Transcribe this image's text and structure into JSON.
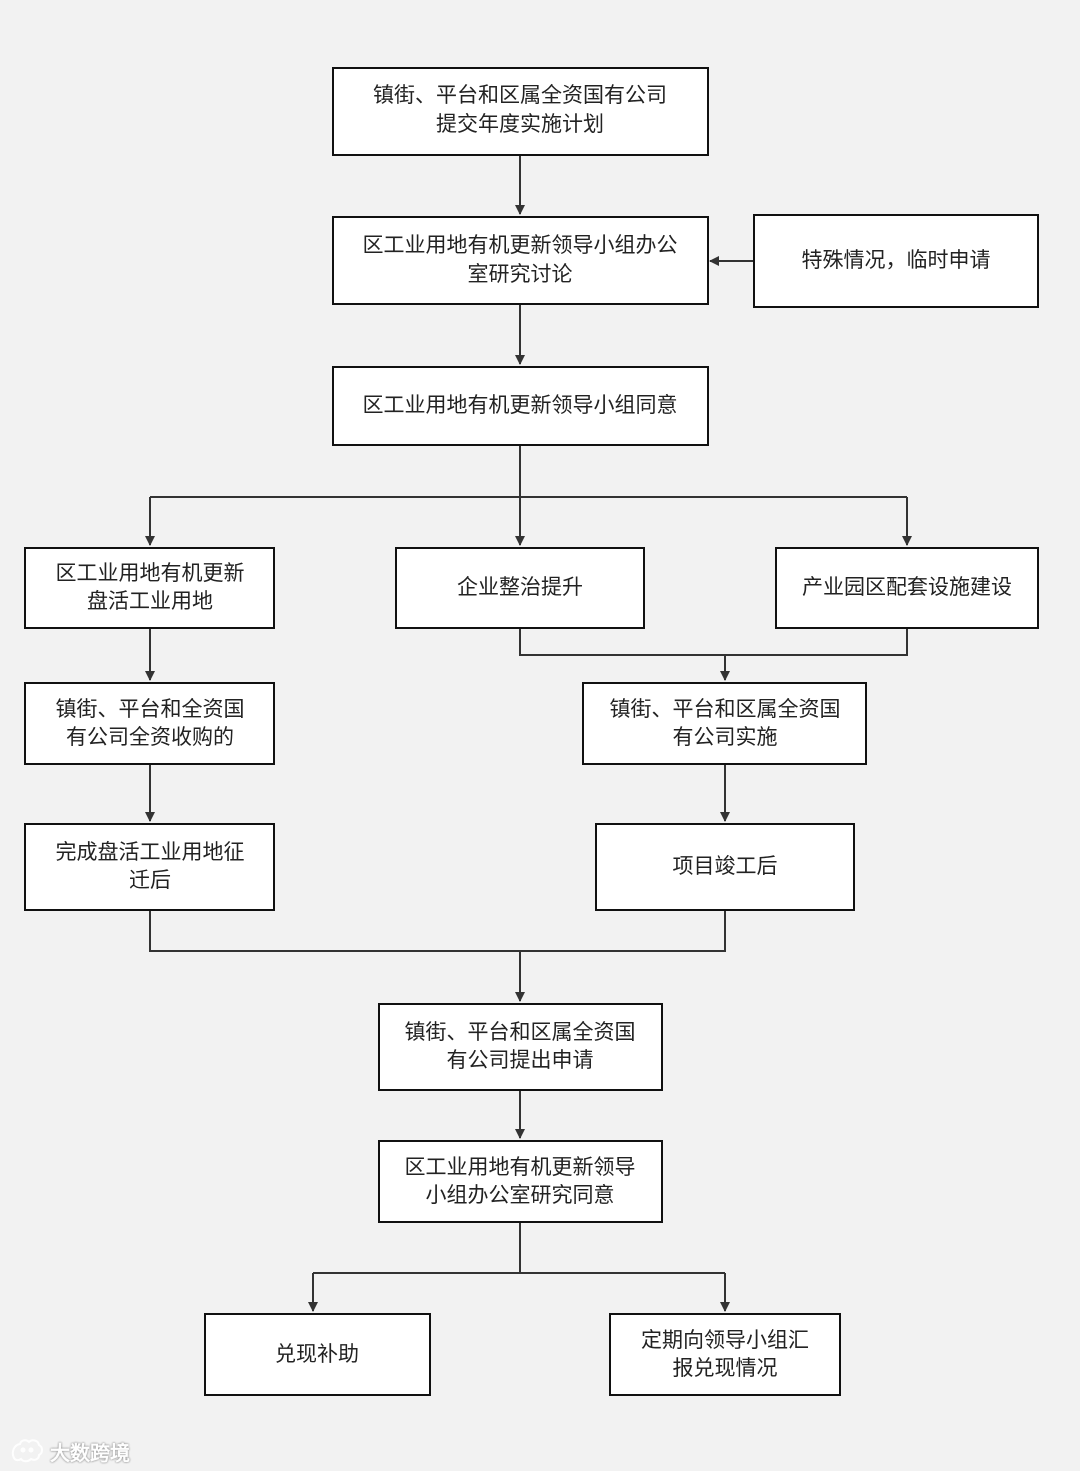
{
  "nodes": {
    "n1": [
      "镇街、平台和区属全资国有公司",
      "提交年度实施计划"
    ],
    "n2": [
      "区工业用地有机更新领导小组办公",
      "室研究讨论"
    ],
    "n3": [
      "特殊情况，临时申请"
    ],
    "n4": [
      "区工业用地有机更新领导小组同意"
    ],
    "n5": [
      "区工业用地有机更新",
      "盘活工业用地"
    ],
    "n6": [
      "企业整治提升"
    ],
    "n7": [
      "产业园区配套设施建设"
    ],
    "n8": [
      "镇街、平台和全资国",
      "有公司全资收购的"
    ],
    "n9": [
      "镇街、平台和区属全资国",
      "有公司实施"
    ],
    "n10": [
      "完成盘活工业用地征",
      "迁后"
    ],
    "n11": [
      "项目竣工后"
    ],
    "n12": [
      "镇街、平台和区属全资国",
      "有公司提出申请"
    ],
    "n13": [
      "区工业用地有机更新领导",
      "小组办公室研究同意"
    ],
    "n14": [
      "兑现补助"
    ],
    "n15": [
      "定期向领导小组汇",
      "报兑现情况"
    ]
  },
  "watermark": {
    "text": "大数跨境",
    "icon": "brand-logo-icon"
  }
}
